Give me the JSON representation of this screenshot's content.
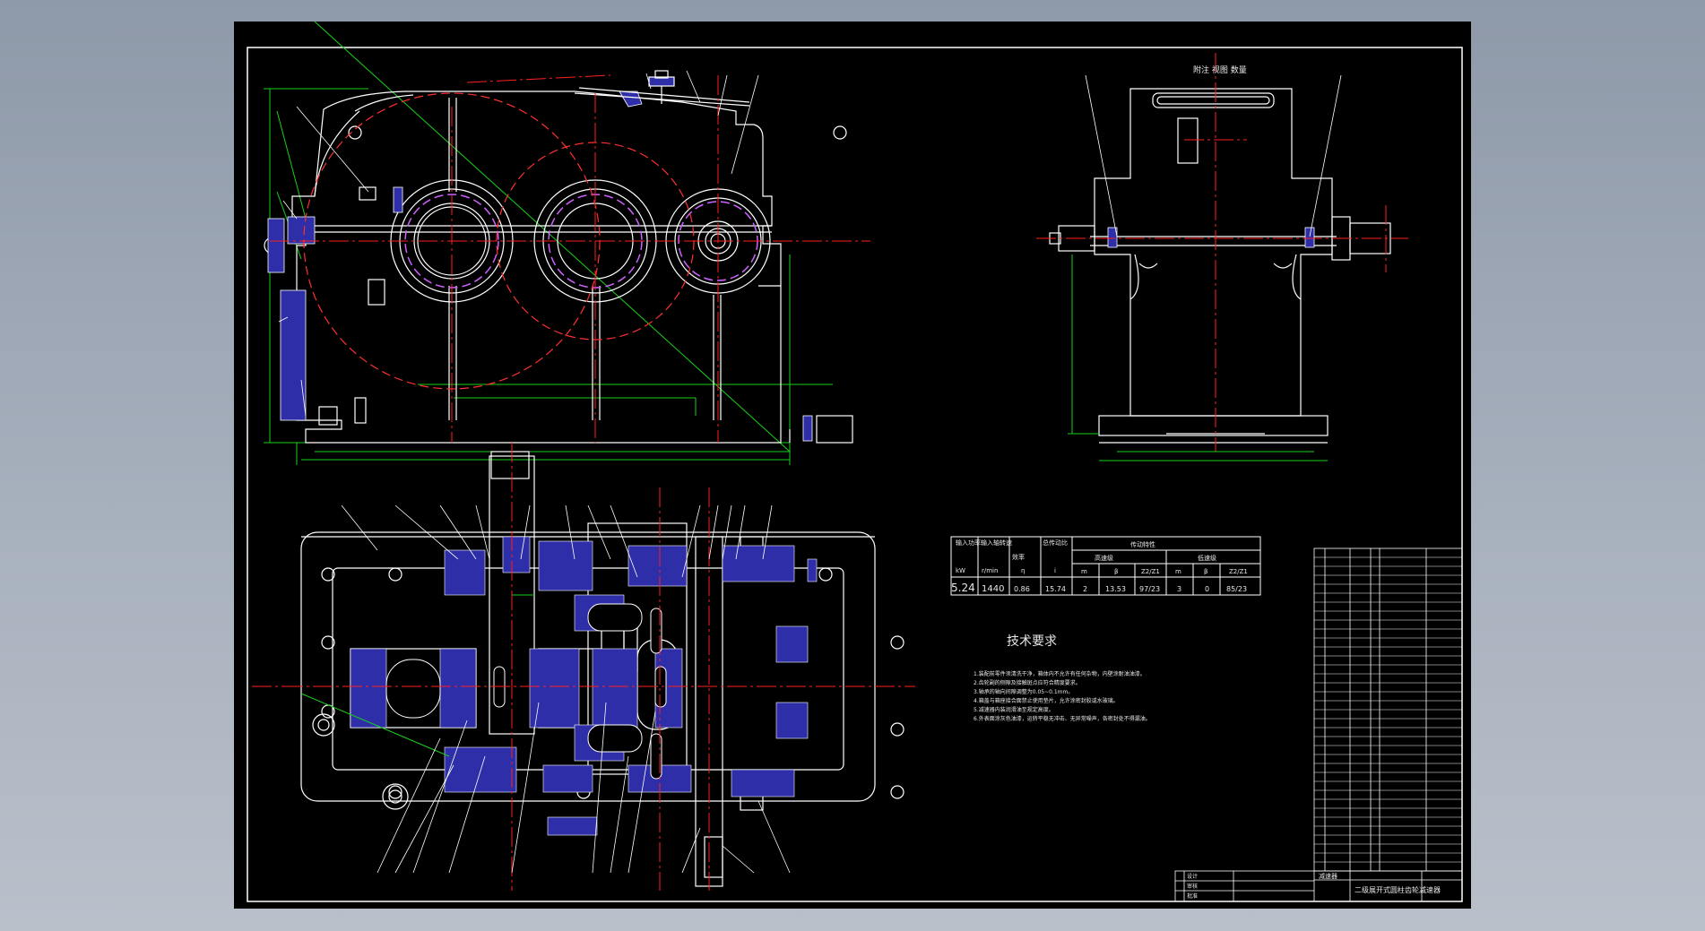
{
  "drawing": {
    "title_top_right_view": "附注 视图 数量",
    "tech_req_title": "技术要求",
    "tech_req_lines": [
      "1.装配前零件须清洗干净，箱体内不允许有任何杂物，内壁涂耐油油漆。",
      "2.齿轮副的侧隙及接触斑点应符合精度要求。",
      "3.轴承的轴向间隙调整为0.05~0.1mm。",
      "4.箱盖与箱座接合面禁止使用垫片，允许涂密封胶或水玻璃。",
      "5.减速器内装润滑油至规定高度。",
      "6.外表面涂灰色油漆，运转平稳无冲击、无异常噪声，各密封处不得漏油。"
    ],
    "spec_table": {
      "headers": [
        "输入功率",
        "输入轴转速",
        "效率",
        "总传动比",
        "传动特性"
      ],
      "sub_headers": [
        "高速级",
        "低速级"
      ],
      "units": [
        "kW",
        "r/min",
        "η",
        "i"
      ],
      "gear_cols": [
        "m",
        "β",
        "Z2/Z1",
        "m",
        "β",
        "Z2/Z1"
      ],
      "values": [
        "5.24",
        "1440",
        "0.86",
        "15.74",
        "2",
        "13.53",
        "97/23",
        "3",
        "0",
        "85/23"
      ]
    },
    "title_block": {
      "name": "二级展开式圆柱齿轮减速器",
      "type": "减速器",
      "labels": [
        "设计",
        "审核",
        "批准"
      ]
    }
  }
}
